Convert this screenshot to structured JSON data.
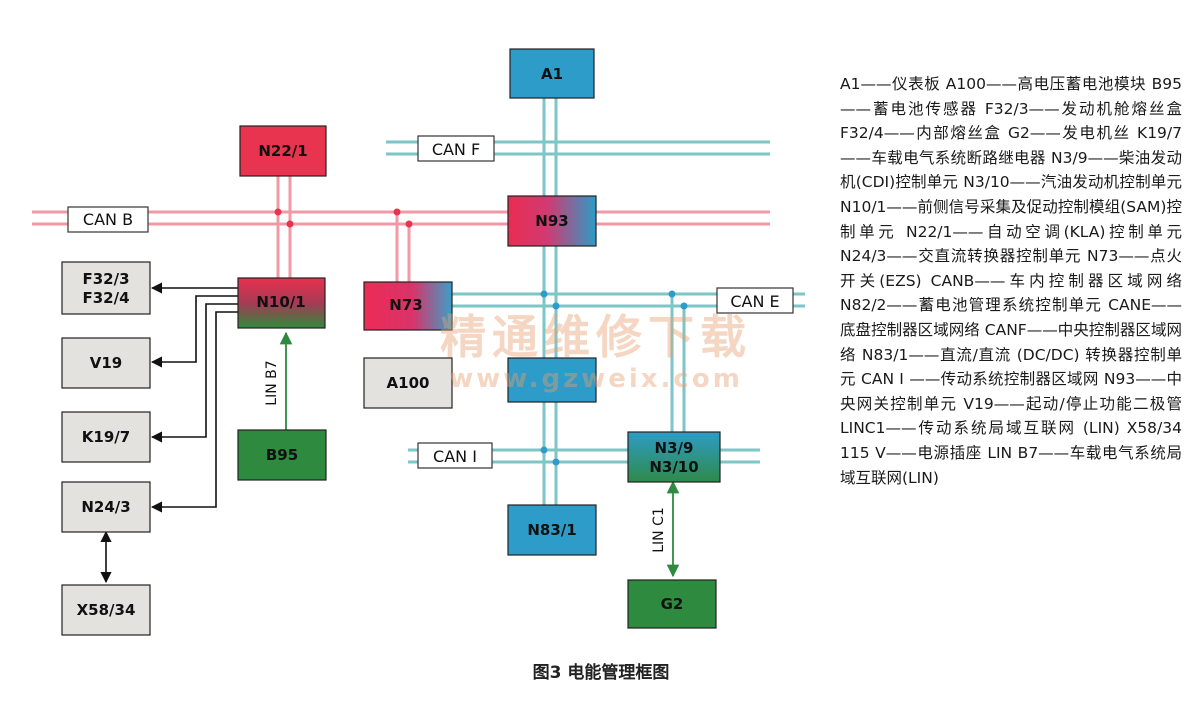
{
  "nodes": {
    "A1": "A1",
    "N22_1": "N22/1",
    "N93": "N93",
    "N10_1": "N10/1",
    "N73": "N73",
    "A100": "A100",
    "B95": "B95",
    "F32": "F32/3\nF32/4",
    "V19": "V19",
    "K19_7": "K19/7",
    "N24_3": "N24/3",
    "X58_34": "X58/34",
    "N3": "N3/9\nN3/10",
    "N83_1": "N83/1",
    "G2": "G2",
    "N82_2": ""
  },
  "buses": {
    "can_b": "CAN B",
    "can_f": "CAN F",
    "can_e": "CAN E",
    "can_i": "CAN I"
  },
  "links": {
    "lin_b7": "LIN B7",
    "lin_c1": "LIN C1"
  },
  "colors": {
    "red": "#e8344e",
    "red_bus": "#f19aa6",
    "cyan_bus": "#7cc6c8",
    "blue": "#2d9cc8",
    "green": "#2d8a3e",
    "gray": "#e4e2de"
  },
  "legend_text": "A1——仪表板 A100——高电压蓄电池模块 B95——蓄电池传感器 F32/3——发动机舱熔丝盒 F32/4——内部熔丝盒 G2——发电机丝 K19/7——车载电气系统断路继电器 N3/9——柴油发动机(CDI)控制单元 N3/10——汽油发动机控制单元 N10/1——前侧信号采集及促动控制模组(SAM)控制单元 N22/1——自动空调(KLA)控制单元 N24/3——交直流转换器控制单元 N73——点火开关(EZS) CANB——车内控制器区域网络 N82/2——蓄电池管理系统控制单元 CANE——底盘控制器区域网络 CANF——中央控制器区域网络 N83/1——直流/直流 (DC/DC) 转换器控制单元 CAN Ⅰ ——传动系统控制器区域网 N93——中央网关控制单元 V19——起动/停止功能二极管 LINC1——传动系统局域互联网 (LIN) X58/34 115 V——电源插座 LIN B7——车载电气系统局域互联网(LIN)",
  "caption": "图3 电能管理框图",
  "watermark": {
    "line1": "精通维修下载",
    "line2": "www.gzweix.com"
  }
}
